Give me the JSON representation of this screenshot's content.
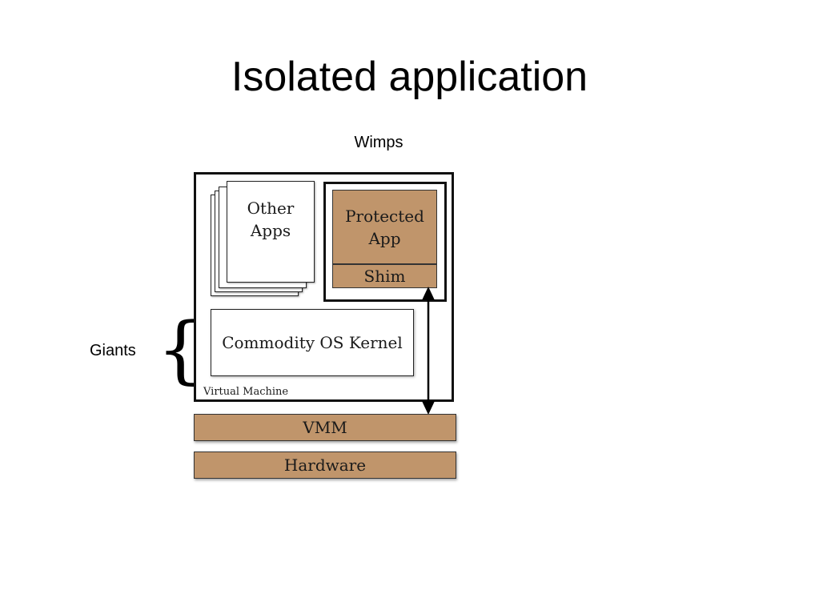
{
  "slide": {
    "title": "Isolated application"
  },
  "labels": {
    "wimps": "Wimps",
    "giants": "Giants",
    "brace": "{"
  },
  "diagram": {
    "other_apps_line1": "Other",
    "other_apps_line2": "Apps",
    "protected_app_line1": "Protected",
    "protected_app_line2": "App",
    "shim": "Shim",
    "kernel": "Commodity OS Kernel",
    "virtual_machine": "Virtual Machine",
    "vmm": "VMM",
    "hardware": "Hardware",
    "colors": {
      "brown_fill": "#c0956b",
      "outline": "#111111"
    }
  }
}
